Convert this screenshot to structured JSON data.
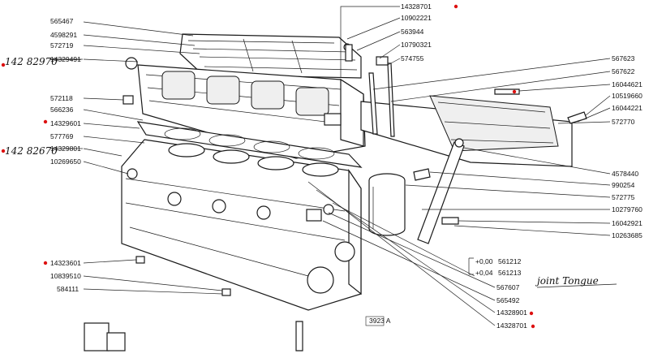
{
  "diagram": {
    "labels_right": [
      "14328701",
      "10902221",
      "563944",
      "10790321",
      "574755",
      "567623",
      "567622",
      "16044621",
      "10519660",
      "16044221",
      "572770",
      "4578440",
      "990254",
      "572775",
      "10279760",
      "16042921",
      "10263685"
    ],
    "labels_left": [
      "565467",
      "4598291",
      "572719",
      "14329491",
      "572118",
      "566236",
      "14329601",
      "577769",
      "14329801",
      "10269650"
    ],
    "labels_bottom_left": [
      "14323601",
      "10839510",
      "584111"
    ],
    "labels_bottom_right": [
      "567607",
      "565492",
      "14328901",
      "14328701"
    ],
    "bracket_options": [
      {
        "prefix": "+0,00",
        "part": "561212"
      },
      {
        "prefix": "+0,04",
        "part": "561213"
      }
    ],
    "handwritten": {
      "top_left": "142 82970",
      "mid_left": "142 82670",
      "note": "joint Tongue"
    },
    "figure_code": "3923 A",
    "marker_color": "#d11111"
  }
}
